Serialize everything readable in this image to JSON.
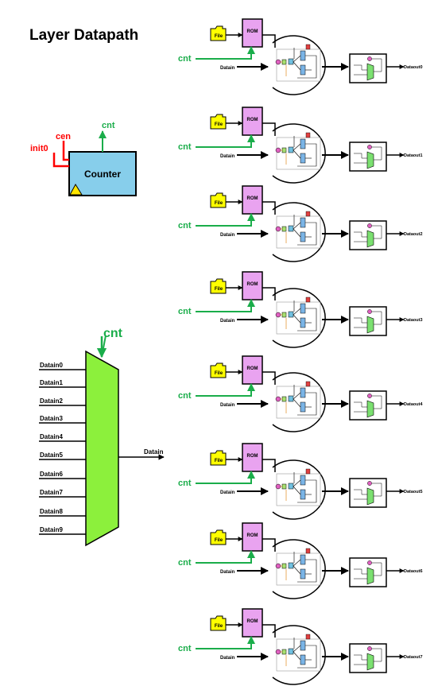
{
  "title": "Layer Datapath",
  "counter": {
    "label": "Counter",
    "input_init": "init0",
    "input_enable": "cen",
    "output": "cnt"
  },
  "mux": {
    "select": "cnt",
    "inputs": [
      "Datain0",
      "Datain1",
      "Datain2",
      "Datain3",
      "Datain4",
      "Datain5",
      "Datain6",
      "Datain7",
      "Datain8",
      "Datain9"
    ],
    "output": "Datain"
  },
  "unit": {
    "file_label": "File",
    "rom_label": "ROM",
    "cnt_label": "cnt",
    "datain_label": "Datain"
  },
  "outputs": [
    "Dataout0",
    "Dataout1",
    "Dataout2",
    "Dataout3",
    "Dataout4",
    "Dataout5",
    "Dataout6",
    "Dataout7"
  ],
  "colors": {
    "counter_fill": "#87ceeb",
    "mux_fill": "#8cf03c",
    "rom_fill": "#e9a3f0",
    "file_fill": "#ffff00",
    "red_signal": "#ff0000",
    "green_signal": "#1aad4a",
    "orange_wire": "#e69a3a",
    "pe_blue": "#7ab4e6"
  }
}
